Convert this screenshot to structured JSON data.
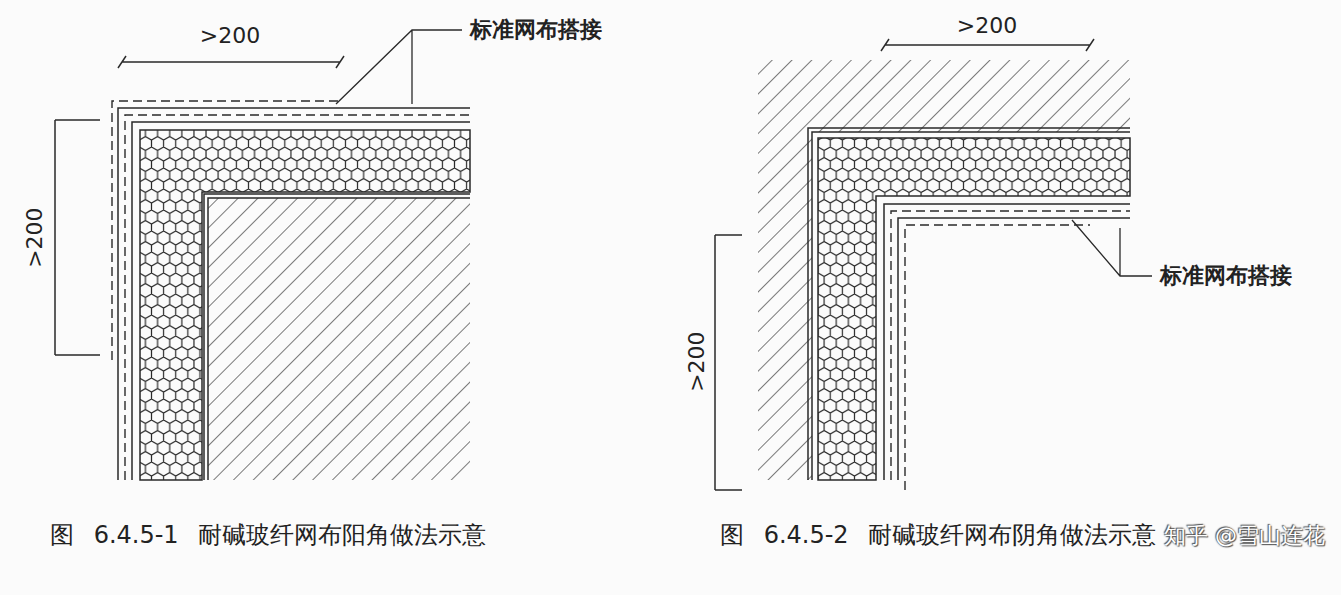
{
  "diagram": {
    "labels": [
      ">200",
      ">200",
      "标准网布搭接",
      ">200",
      ">200",
      "标准网布搭接",
      "图 6.4.5-1 耐碱玻纤网布阳角做法示意",
      "图 6.4.5-2 耐碱玻纤网布阴角做法示意",
      "知乎 @雪山连花"
    ]
  }
}
